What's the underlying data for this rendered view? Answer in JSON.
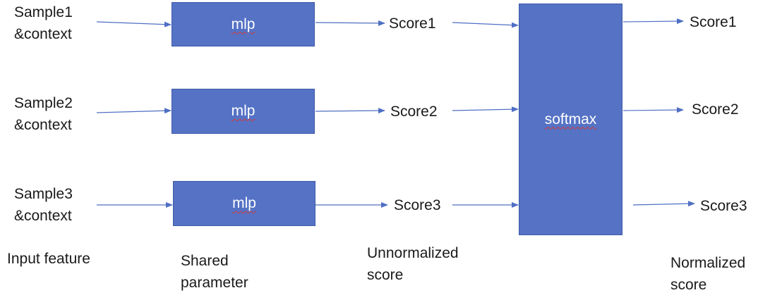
{
  "inputs": [
    {
      "line1": "Sample1",
      "line2": "&context"
    },
    {
      "line1": "Sample2",
      "line2": "&context"
    },
    {
      "line1": "Sample3",
      "line2": "&context"
    }
  ],
  "mlp_boxes": [
    {
      "label": "mlp"
    },
    {
      "label": "mlp"
    },
    {
      "label": "mlp"
    }
  ],
  "unnormalized_scores": [
    "Score1",
    "Score2",
    "Score3"
  ],
  "softmax": {
    "label": "softmax"
  },
  "normalized_scores": [
    "Score1",
    "Score2",
    "Score3"
  ],
  "column_captions": {
    "input": "Input feature",
    "shared_line1": "Shared",
    "shared_line2": "parameter",
    "unnorm_line1": "Unnormalized",
    "unnorm_line2": "score",
    "norm_line1": "Normalized",
    "norm_line2": "score"
  },
  "colors": {
    "box_fill": "#5572c5",
    "arrow": "#4f6fc4",
    "box_text": "#ffffff"
  }
}
